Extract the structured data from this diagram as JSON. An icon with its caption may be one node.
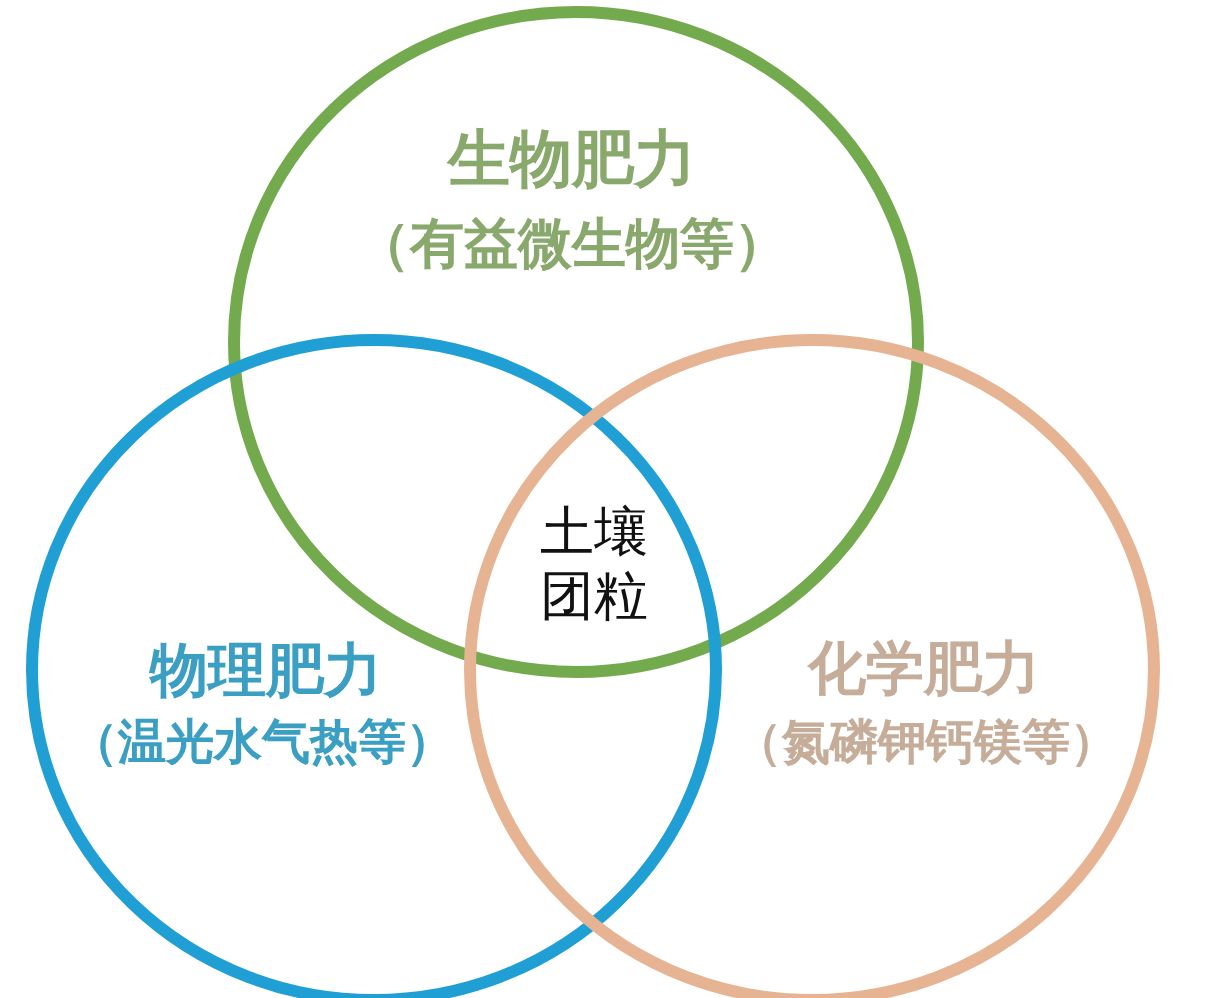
{
  "diagram": {
    "nodes": [
      {
        "text": [
          "生物肥力",
          "（有益微生物等）"
        ]
      },
      {
        "text": [
          "物理肥力",
          "（温光水气热等）"
        ]
      },
      {
        "text": [
          "化学肥力",
          "（氮磷钾钙镁等）"
        ]
      }
    ],
    "labels": [
      "土壤团粒"
    ]
  }
}
